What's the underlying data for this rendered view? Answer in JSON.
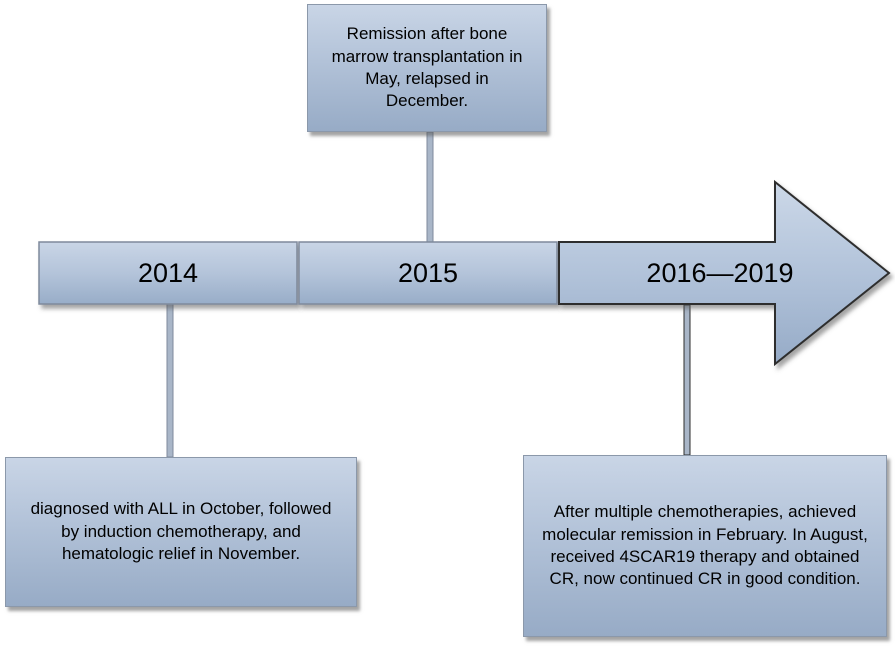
{
  "timeline": {
    "segments": [
      {
        "year": "2014"
      },
      {
        "year": "2015"
      },
      {
        "year": "2016—2019"
      }
    ]
  },
  "events": {
    "e2014": "diagnosed with ALL in October, followed by induction chemotherapy, and hematologic relief in November.",
    "e2015": "Remission after bone marrow transplantation in May, relapsed in December.",
    "e2016_2019": "After multiple chemotherapies, achieved molecular remission in February. In August, received 4SCAR19 therapy and obtained CR, now continued CR in good condition."
  },
  "colors": {
    "fill_light": "#c9d5e6",
    "fill_dark": "#97abc6",
    "outline": "#7f8a9c",
    "connector": "#a9b6c8"
  }
}
